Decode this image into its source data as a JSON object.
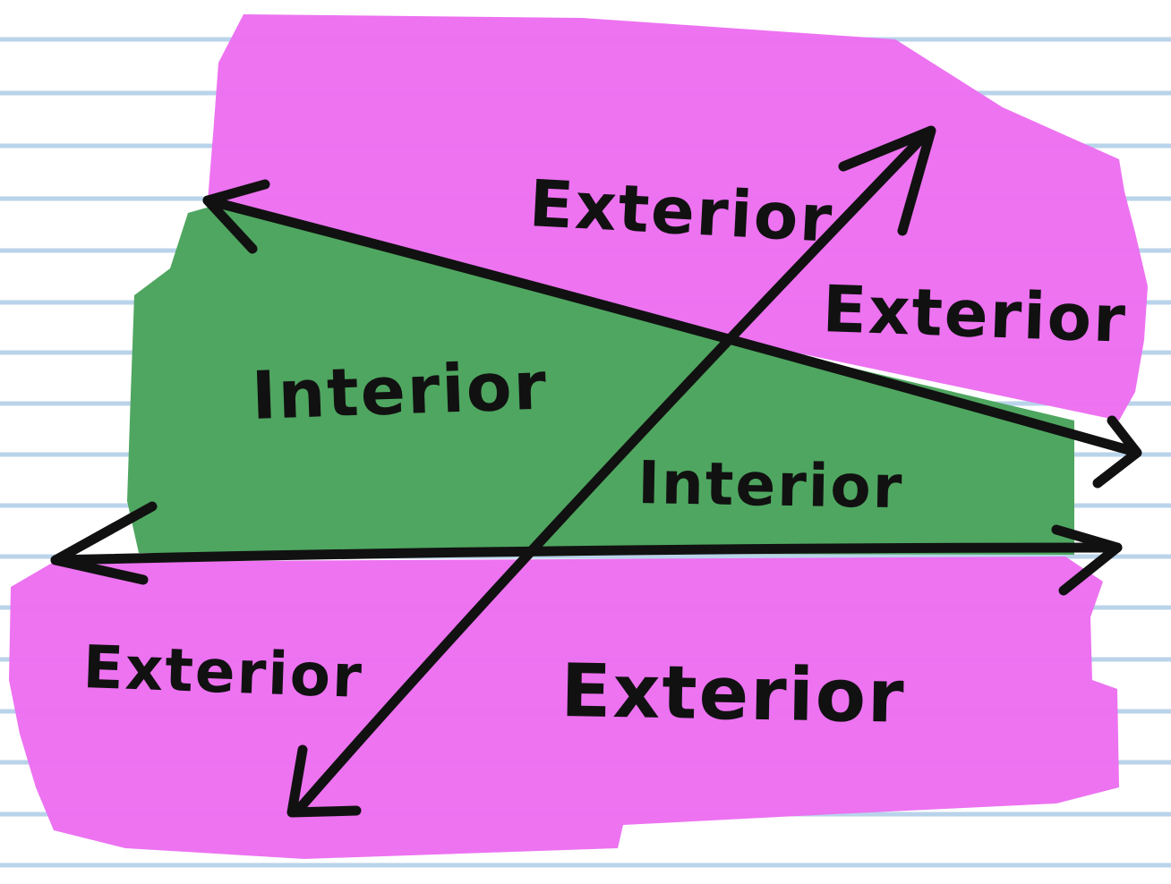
{
  "colors": {
    "paper": "#ffffff",
    "ruled_line": "#b9d3ea",
    "exterior_fill": "#ec6ef1",
    "interior_fill": "#4fa660",
    "ink": "#111111"
  },
  "labels": {
    "exterior_top": "Exterior",
    "exterior_right": "Exterior",
    "interior_left": "Interior",
    "interior_right": "Interior",
    "exterior_bottom_left": "Exterior",
    "exterior_bottom_right": "Exterior"
  }
}
